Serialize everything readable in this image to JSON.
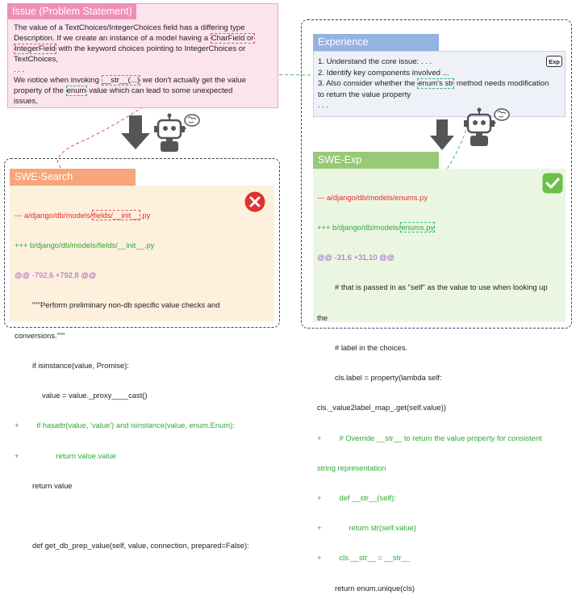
{
  "issue": {
    "title": "Issue (Problem Statement)",
    "line1": "The value of a TextChoices/IntegerChoices field has a differing type",
    "line2a": "Description. If we create an instance of a model having a ",
    "charfield": "CharField or",
    "integerfield": "IntegerField",
    "line3b": " with the keyword choices pointing to IntegerChoices or",
    "line4": "TextChoices,",
    "ellipsis": ". . .",
    "line6a": "We notice when invoking ",
    "str_call": "__str__(...)",
    "line6b": " we don't actually get the value",
    "line7a": "property of the ",
    "enum_word": "enum",
    "line7b": " value which can lead to some unexpected",
    "line8": "issues,"
  },
  "swe_search": {
    "title": "SWE-Search",
    "minus_prefix": "--- a/django/db/models/",
    "minus_highlight": "fields/__init__",
    "minus_suffix": ".py",
    "plus_line": "+++ b/django/db/models/fields/__init__.py",
    "hunk": "@@ -792,6 +792,8 @@",
    "c1": "\"\"\"Perform preliminary non-db specific value checks and",
    "c2": "conversions.\"\"\"",
    "c3": "if isinstance(value, Promise):",
    "c4": "value = value._proxy____cast()",
    "a1_sign": "+",
    "a1": "if hasattr(value, 'value') and isinstance(value, enum.Enum):",
    "a2_sign": "+",
    "a2": "return value.value",
    "c5": "return value",
    "c6": "def get_db_prep_value(self, value, connection, prepared=False):"
  },
  "experience": {
    "title": "Experience",
    "badge": "Exp",
    "item1": "1. Understand the core issue: . . .",
    "item2": "2. Identify key components involved ...",
    "item3a": "3. Also consider whether the ",
    "item3_highlight": "enum's str",
    "item3b": " method needs modification",
    "item3c": "to return the value property",
    "ellipsis": ". . ."
  },
  "swe_exp": {
    "title": "SWE-Exp",
    "minus_line": "--- a/django/db/models/enums.py",
    "plus_prefix": "+++ b/django/db/models/",
    "plus_highlight": "enums.py",
    "hunk": "@@ -31,6 +31,10 @@",
    "c1": "# that is passed in as \"self\" as the value to use when looking up",
    "c1b": "the",
    "c2": "# label in the choices.",
    "c3": "cls.label = property(lambda self:",
    "c3b": "cls._value2label_map_.get(self.value))",
    "a1_sign": "+",
    "a1": "# Override __str__ to return the value property for consistent",
    "a1b": "string representation",
    "a2_sign": "+",
    "a2": "def __str__(self):",
    "a3_sign": "+",
    "a3": "return str(self.value)",
    "a4_sign": "+",
    "a4": "cls.__str__ = __str__",
    "c4": "return enum.unique(cls)"
  },
  "colors": {
    "issue_header": "#ef8fb7",
    "search_header": "#f7a57a",
    "experience_header": "#93b3e0",
    "swe_exp_header": "#97c977",
    "red": "#e52b2b",
    "green": "#2ea836",
    "purple": "#a15cc0"
  },
  "icons": [
    "robot-icon",
    "brain-icon",
    "down-arrow-icon",
    "error-x-icon",
    "check-icon"
  ]
}
